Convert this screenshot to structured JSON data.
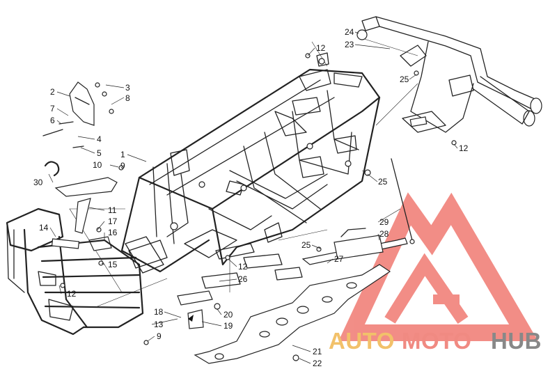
{
  "diagram": {
    "callouts": [
      {
        "id": "c2",
        "label": "2"
      },
      {
        "id": "c3",
        "label": "3"
      },
      {
        "id": "c8",
        "label": "8"
      },
      {
        "id": "c7",
        "label": "7"
      },
      {
        "id": "c6",
        "label": "6"
      },
      {
        "id": "c4",
        "label": "4"
      },
      {
        "id": "c5",
        "label": "5"
      },
      {
        "id": "c1",
        "label": "1"
      },
      {
        "id": "c9a",
        "label": "9"
      },
      {
        "id": "c10",
        "label": "10"
      },
      {
        "id": "c30",
        "label": "30"
      },
      {
        "id": "c11",
        "label": "11"
      },
      {
        "id": "c17",
        "label": "17"
      },
      {
        "id": "c16",
        "label": "16"
      },
      {
        "id": "c14",
        "label": "14"
      },
      {
        "id": "c15",
        "label": "15"
      },
      {
        "id": "c12a",
        "label": "12"
      },
      {
        "id": "c18",
        "label": "18"
      },
      {
        "id": "c13",
        "label": "13"
      },
      {
        "id": "c9b",
        "label": "9"
      },
      {
        "id": "c20",
        "label": "20"
      },
      {
        "id": "c19",
        "label": "19"
      },
      {
        "id": "c21",
        "label": "21"
      },
      {
        "id": "c22",
        "label": "22"
      },
      {
        "id": "c26",
        "label": "26"
      },
      {
        "id": "c12b",
        "label": "12"
      },
      {
        "id": "c27",
        "label": "27"
      },
      {
        "id": "c25a",
        "label": "25"
      },
      {
        "id": "c28",
        "label": "28"
      },
      {
        "id": "c29",
        "label": "29"
      },
      {
        "id": "c25b",
        "label": "25"
      },
      {
        "id": "c12c",
        "label": "12"
      },
      {
        "id": "c25c",
        "label": "25"
      },
      {
        "id": "c12d",
        "label": "12"
      },
      {
        "id": "c24",
        "label": "24"
      },
      {
        "id": "c23",
        "label": "23"
      }
    ]
  },
  "watermark": {
    "word_auto": "AUTO",
    "word_moto": "MOTO",
    "word_hub": "HUB",
    "colors": {
      "auto": "#f2c16a",
      "moto": "#f08a82",
      "hub": "#888888",
      "logo": "#f07a72"
    }
  }
}
